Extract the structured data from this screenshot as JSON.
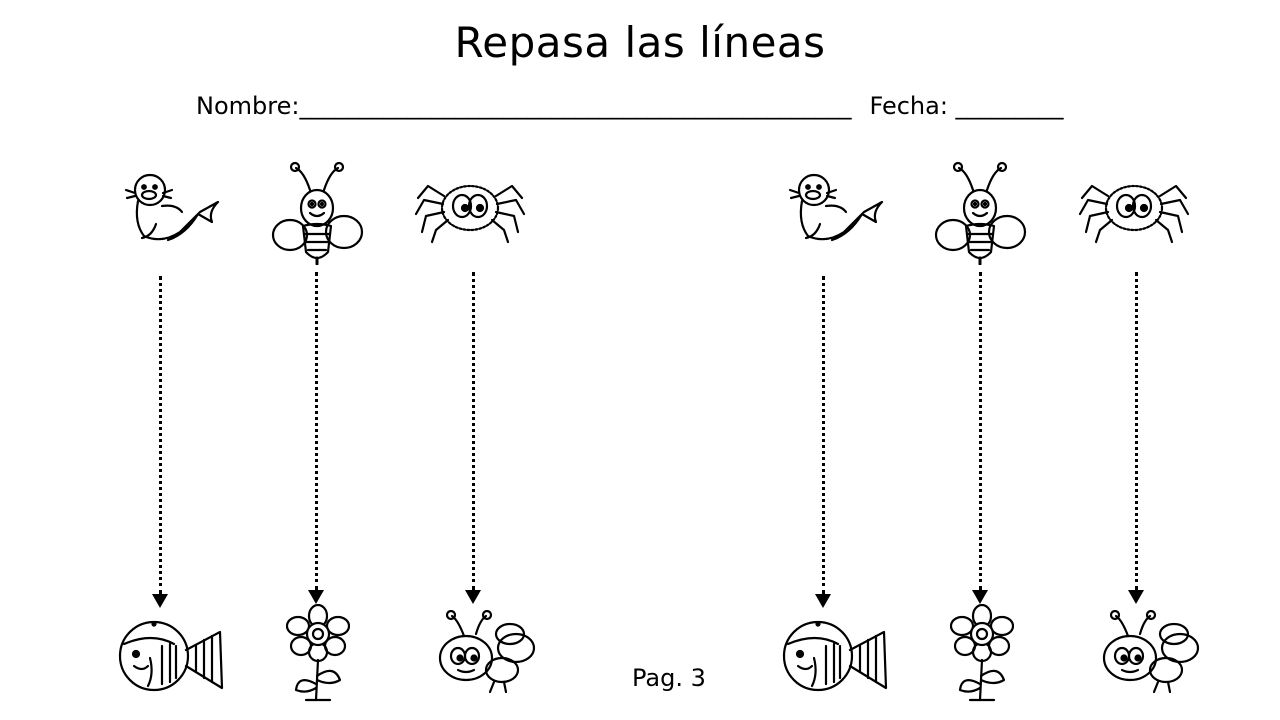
{
  "worksheet": {
    "title": "Repasa las líneas",
    "name_label": "Nombre:______________________________________________",
    "date_label": "Fecha: _________",
    "page_label": "Pag. 3"
  },
  "pairs": [
    {
      "top": "seal-icon",
      "bottom": "fish-icon"
    },
    {
      "top": "bee-icon",
      "bottom": "flower-icon"
    },
    {
      "top": "spider-icon",
      "bottom": "fly-icon"
    },
    {
      "top": "seal-icon",
      "bottom": "fish-icon"
    },
    {
      "top": "bee-icon",
      "bottom": "flower-icon"
    },
    {
      "top": "spider-icon",
      "bottom": "fly-icon"
    }
  ]
}
